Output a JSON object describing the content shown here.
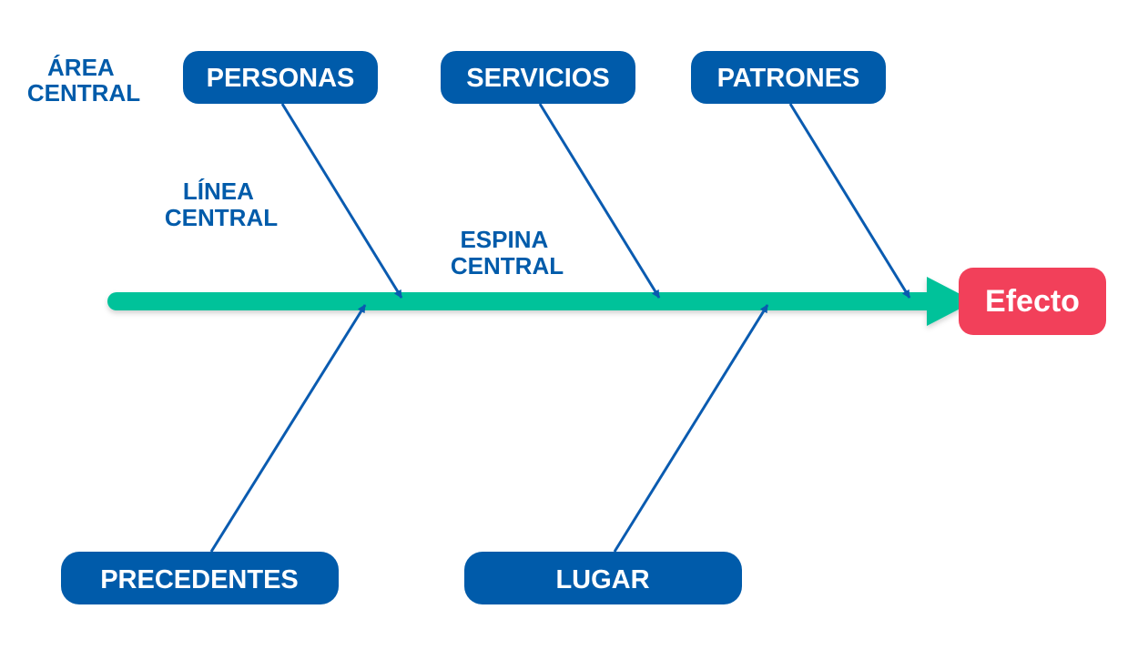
{
  "annotations": {
    "area_central": [
      "ÁREA",
      "CENTRAL"
    ],
    "linea_central": [
      "LÍNEA",
      "CENTRAL"
    ],
    "espina_central": [
      "ESPINA",
      "CENTRAL"
    ]
  },
  "categories": {
    "top": [
      "PERSONAS",
      "SERVICIOS",
      "PATRONES"
    ],
    "bottom": [
      "PRECEDENTES",
      "LUGAR"
    ]
  },
  "effect": {
    "label": "Efecto"
  },
  "colors": {
    "category_box": "#005BAA",
    "category_text": "#FFFFFF",
    "annotation_text": "#005BAA",
    "bone_line": "#0A5BB0",
    "spine": "#00C29A",
    "effect_box": "#F2405A",
    "effect_text": "#FFFFFF"
  }
}
